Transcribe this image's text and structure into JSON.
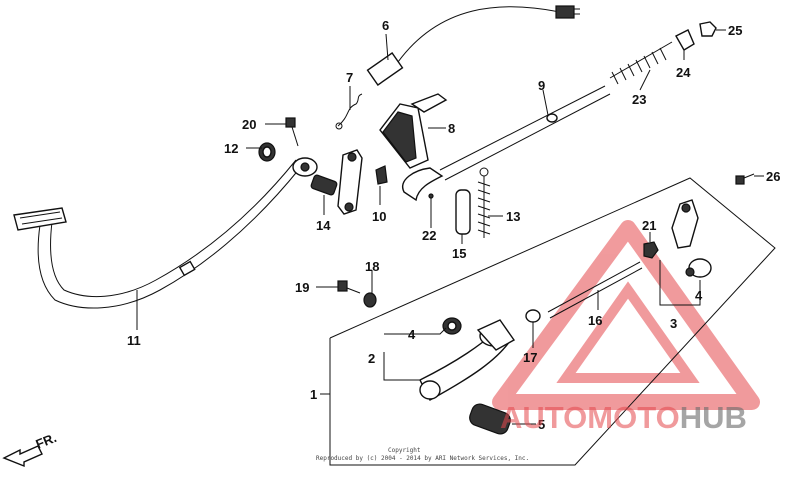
{
  "callouts": {
    "c1": "1",
    "c2": "2",
    "c3": "3",
    "c4a": "4",
    "c4b": "4",
    "c5": "5",
    "c6": "6",
    "c7": "7",
    "c8": "8",
    "c9": "9",
    "c10": "10",
    "c11": "11",
    "c12": "12",
    "c13": "13",
    "c14": "14",
    "c15": "15",
    "c16": "16",
    "c17": "17",
    "c18": "18",
    "c19": "19",
    "c20": "20",
    "c21": "21",
    "c22": "22",
    "c23": "23",
    "c24": "24",
    "c25": "25",
    "c26": "26"
  },
  "direction_label": "FR.",
  "copyright": {
    "line1": "Copyright",
    "line2": "Reproduced by (c) 2004 - 2014 by ARI Network Services, Inc."
  },
  "watermark": {
    "part_red": "AUTOMOTO",
    "part_gray": "HUB",
    "colors": {
      "red": "#e5484d",
      "gray": "#6b6b6b"
    }
  }
}
